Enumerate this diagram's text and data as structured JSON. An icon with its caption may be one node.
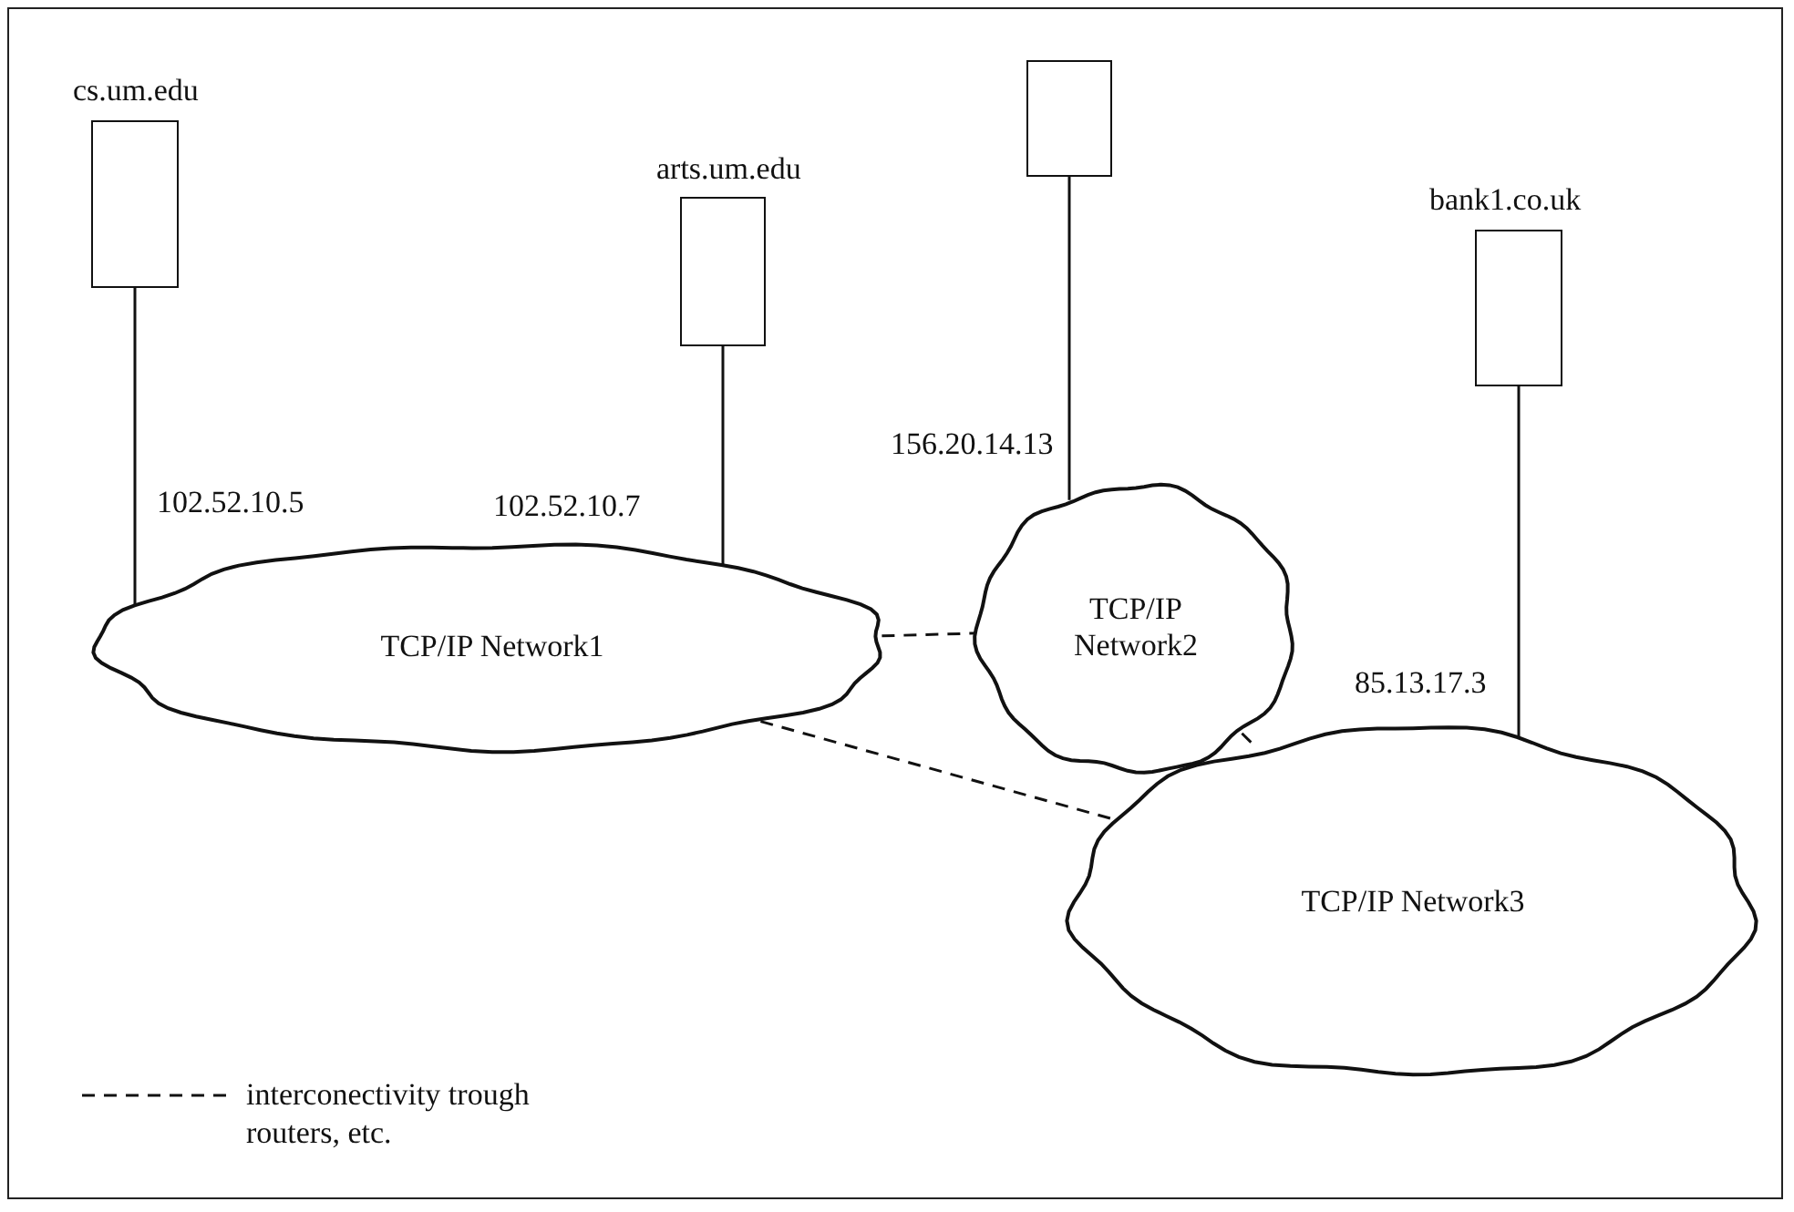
{
  "diagram": {
    "nodes": [
      {
        "text": [
          "cs.um.edu"
        ]
      },
      {
        "text": [
          "arts.um.edu"
        ]
      },
      {
        "text": [],
        "shape": "box"
      },
      {
        "text": [
          "bank1.co.uk"
        ]
      },
      {
        "text": [
          "TCP/IP Network1"
        ]
      },
      {
        "text": [
          "TCP/IP Network2"
        ]
      },
      {
        "text": [
          "TCP/IP Network3"
        ]
      }
    ],
    "edges": [
      {
        "from": 0,
        "to": 4,
        "arrow": "none",
        "label": "102.52.10.5"
      },
      {
        "from": 1,
        "to": 4,
        "arrow": "none",
        "label": "102.52.10.7"
      },
      {
        "from": 2,
        "to": 5,
        "arrow": "none",
        "label": "156.20.14.13"
      },
      {
        "from": 3,
        "to": 6,
        "arrow": "none",
        "label": "85.13.17.3"
      },
      {
        "from": 4,
        "to": 5,
        "arrow": "none",
        "style": "dashed"
      },
      {
        "from": 4,
        "to": 6,
        "arrow": "none",
        "style": "dashed"
      },
      {
        "from": 5,
        "to": 6,
        "arrow": "none",
        "style": "dashed"
      }
    ],
    "legend": [
      {
        "text": "interconectivity trough routers, etc."
      }
    ]
  }
}
